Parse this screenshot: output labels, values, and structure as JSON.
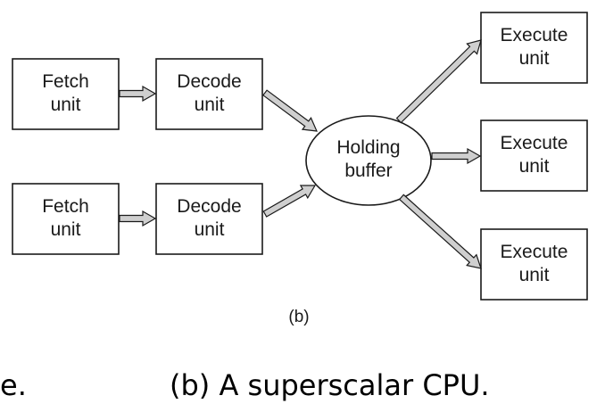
{
  "diagram": {
    "fetch_units": [
      {
        "line1": "Fetch",
        "line2": "unit"
      },
      {
        "line1": "Fetch",
        "line2": "unit"
      }
    ],
    "decode_units": [
      {
        "line1": "Decode",
        "line2": "unit"
      },
      {
        "line1": "Decode",
        "line2": "unit"
      }
    ],
    "holding_buffer": {
      "line1": "Holding",
      "line2": "buffer"
    },
    "execute_units": [
      {
        "line1": "Execute",
        "line2": "unit"
      },
      {
        "line1": "Execute",
        "line2": "unit"
      },
      {
        "line1": "Execute",
        "line2": "unit"
      }
    ],
    "figure_label": "(b)"
  },
  "captions": {
    "left_fragment": "e.",
    "main": "(b) A superscalar CPU."
  }
}
